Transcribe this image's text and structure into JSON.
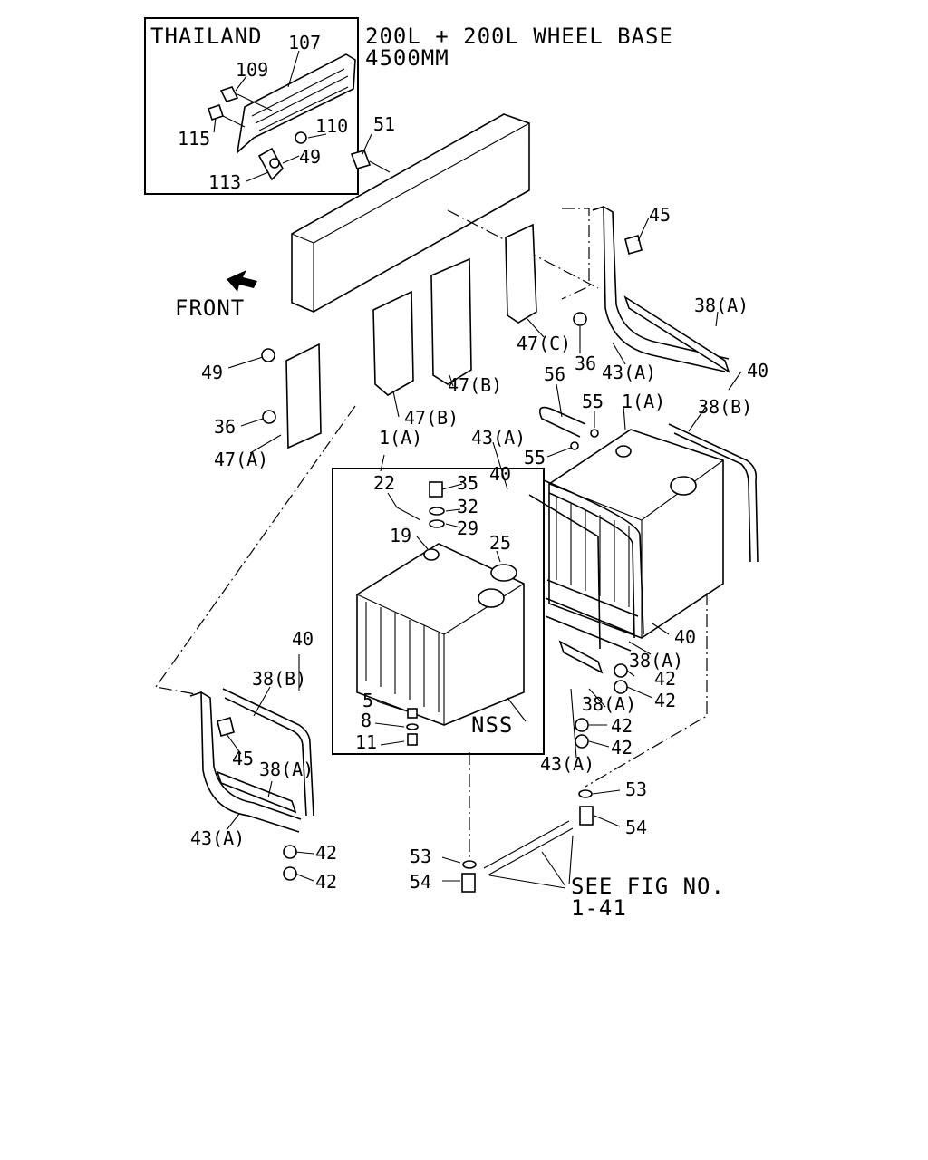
{
  "diagram": {
    "inset_title": "THAILAND",
    "header_line1": "200L + 200L WHEEL BASE",
    "header_line2": "4500MM",
    "front_label": "FRONT",
    "see_fig_line1": "SEE FIG NO.",
    "see_fig_line2": "1-41",
    "nss_label": "NSS",
    "callouts": {
      "c107": "107",
      "c109": "109",
      "c110": "110",
      "c115": "115",
      "c49_inset": "49",
      "c113": "113",
      "c51": "51",
      "c45_top": "45",
      "c38a_top": "38(A)",
      "c47c": "47(C)",
      "c36_right": "36",
      "c43a_top": "43(A)",
      "c49_left": "49",
      "c36_left": "36",
      "c47a": "47(A)",
      "c47b_upper": "47(B)",
      "c47b_lower": "47(B)",
      "c56": "56",
      "c55_top": "55",
      "c1a_right": "1(A)",
      "c40_top": "40",
      "c38b_right": "38(B)",
      "c43a_mid": "43(A)",
      "c55_mid": "55",
      "c1a_box": "1(A)",
      "c22": "22",
      "c35": "35",
      "c40_mid": "40",
      "c32": "32",
      "c29": "29",
      "c19": "19",
      "c25": "25",
      "c40_right": "40",
      "c38a_right": "38(A)",
      "c42_a": "42",
      "c42_b": "42",
      "c38a_mid": "38(A)",
      "c42_c": "42",
      "c42_d": "42",
      "c5": "5",
      "c8": "8",
      "c11": "11",
      "c43a_bottom": "43(A)",
      "c40_left": "40",
      "c38b_left": "38(B)",
      "c45_left": "45",
      "c38a_left": "38(A)",
      "c43a_left": "43(A)",
      "c42_left1": "42",
      "c42_left2": "42",
      "c53_right": "53",
      "c54_right": "54",
      "c53_left": "53",
      "c54_left": "54"
    }
  }
}
